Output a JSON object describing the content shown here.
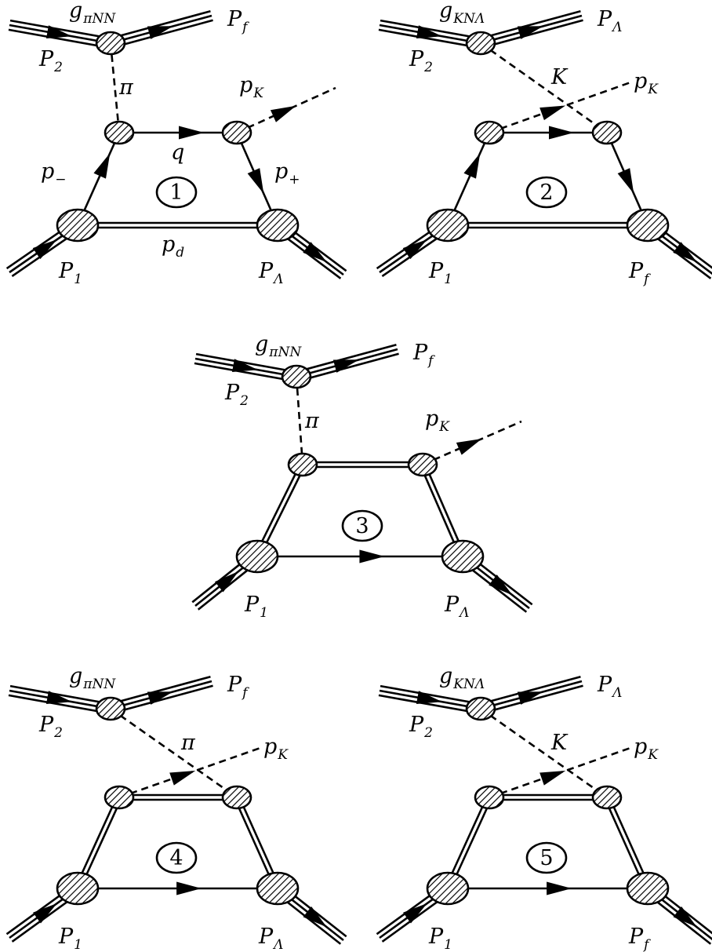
{
  "figure": {
    "diagrams": [
      {
        "number": "1",
        "top_vertex": {
          "main": "g",
          "sub": "πNN"
        },
        "top_left": {
          "main": "P",
          "sub": "2"
        },
        "top_right": {
          "main": "P",
          "sub": "f"
        },
        "exchange": {
          "main": "π",
          "sub": ""
        },
        "meson_out": {
          "main": "p",
          "sub": "K"
        },
        "bottom_left": {
          "main": "P",
          "sub": "1"
        },
        "bottom_right": {
          "main": "P",
          "sub": "Λ"
        },
        "internal": {
          "q": {
            "main": "q",
            "sub": ""
          },
          "p_minus": {
            "main": "p",
            "sub": "−"
          },
          "p_plus": {
            "main": "p",
            "sub": "+"
          },
          "p_d": {
            "main": "p",
            "sub": "d"
          }
        }
      },
      {
        "number": "2",
        "top_vertex": {
          "main": "g",
          "sub": "KNΛ"
        },
        "top_left": {
          "main": "P",
          "sub": "2"
        },
        "top_right": {
          "main": "P",
          "sub": "Λ"
        },
        "exchange": {
          "main": "K",
          "sub": ""
        },
        "meson_out": {
          "main": "p",
          "sub": "K"
        },
        "bottom_left": {
          "main": "P",
          "sub": "1"
        },
        "bottom_right": {
          "main": "P",
          "sub": "f"
        }
      },
      {
        "number": "3",
        "top_vertex": {
          "main": "g",
          "sub": "πNN"
        },
        "top_left": {
          "main": "P",
          "sub": "2"
        },
        "top_right": {
          "main": "P",
          "sub": "f"
        },
        "exchange": {
          "main": "π",
          "sub": ""
        },
        "meson_out": {
          "main": "p",
          "sub": "K"
        },
        "bottom_left": {
          "main": "P",
          "sub": "1"
        },
        "bottom_right": {
          "main": "P",
          "sub": "Λ"
        }
      },
      {
        "number": "4",
        "top_vertex": {
          "main": "g",
          "sub": "πNN"
        },
        "top_left": {
          "main": "P",
          "sub": "2"
        },
        "top_right": {
          "main": "P",
          "sub": "f"
        },
        "exchange": {
          "main": "π",
          "sub": ""
        },
        "meson_out": {
          "main": "p",
          "sub": "K"
        },
        "bottom_left": {
          "main": "P",
          "sub": "1"
        },
        "bottom_right": {
          "main": "P",
          "sub": "Λ"
        }
      },
      {
        "number": "5",
        "top_vertex": {
          "main": "g",
          "sub": "KNΛ"
        },
        "top_left": {
          "main": "P",
          "sub": "2"
        },
        "top_right": {
          "main": "P",
          "sub": "Λ"
        },
        "exchange": {
          "main": "K",
          "sub": ""
        },
        "meson_out": {
          "main": "p",
          "sub": "K"
        },
        "bottom_left": {
          "main": "P",
          "sub": "1"
        },
        "bottom_right": {
          "main": "P",
          "sub": "f"
        }
      }
    ]
  }
}
